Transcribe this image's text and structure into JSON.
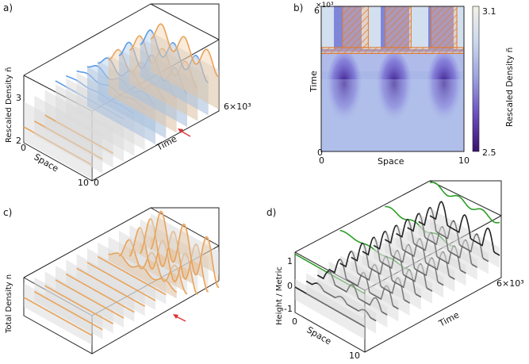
{
  "chart_data": [
    {
      "panel": "a)",
      "type": "line",
      "projection": "3d",
      "ylabel": "Rescaled Density ñ",
      "xlabel": "Space",
      "zlabel": "Time",
      "x_ticks": [
        "0",
        "10"
      ],
      "y_ticks": [
        "2",
        "3"
      ],
      "time_ticks": [
        "0",
        "6×10³"
      ],
      "x_range": [
        0,
        10
      ],
      "time_range": [
        0,
        6000
      ],
      "y_range": [
        2,
        3.8
      ],
      "series": [
        {
          "time": 0,
          "color": "orange",
          "amplitude": 0,
          "baseline": 2.2
        },
        {
          "time": 500,
          "color": "orange",
          "amplitude": 0,
          "baseline": 2.2
        },
        {
          "time": 1000,
          "color": "orange",
          "amplitude": 0,
          "baseline": 2.2
        },
        {
          "time": 1500,
          "color": "blue",
          "amplitude": 0,
          "baseline": 2.9
        },
        {
          "time": 2000,
          "color": "blue",
          "amplitude": 0.02,
          "baseline": 2.9
        },
        {
          "time": 2500,
          "color": "blue",
          "amplitude": 0.05,
          "baseline": 2.9
        },
        {
          "time": 3000,
          "color": "blue",
          "amplitude": 0.1,
          "baseline": 2.9
        },
        {
          "time": 3500,
          "color": "blue",
          "amplitude": 0.17,
          "baseline": 2.9
        },
        {
          "time": 4000,
          "color": "orange",
          "amplitude": 0.25,
          "baseline": 2.9
        },
        {
          "time": 4500,
          "color": "blue",
          "amplitude": 0.3,
          "baseline": 2.9
        },
        {
          "time": 5000,
          "color": "orange",
          "amplitude": 0.32,
          "baseline": 2.9
        },
        {
          "time": 5500,
          "color": "blue",
          "amplitude": 0.32,
          "baseline": 2.9
        },
        {
          "time": 6000,
          "color": "orange",
          "amplitude": 0.33,
          "baseline": 2.9
        }
      ],
      "marker": {
        "type": "red-arrow",
        "time": 1300
      }
    },
    {
      "panel": "b)",
      "type": "heatmap",
      "xlabel": "Space",
      "ylabel": "Time",
      "x_ticks": [
        "0",
        "10"
      ],
      "y_ticks": [
        "0",
        "6"
      ],
      "y_scale_label": "×10³",
      "x_range": [
        0,
        10
      ],
      "y_range": [
        0,
        6000
      ],
      "colorbar": {
        "label": "Rescaled Density ñ",
        "min": 2.5,
        "max": 3.1,
        "ticks": [
          "2.5",
          "3.1"
        ]
      },
      "hatched_regions": [
        {
          "x_range": [
            0,
            10
          ],
          "y_range": [
            4050,
            4300
          ]
        },
        {
          "x_range": [
            1.5,
            3.3
          ],
          "y_range": [
            4300,
            6000
          ]
        },
        {
          "x_range": [
            4.5,
            6.3
          ],
          "y_range": [
            4300,
            6000
          ]
        },
        {
          "x_range": [
            7.7,
            9.5
          ],
          "y_range": [
            4300,
            6000
          ]
        }
      ]
    },
    {
      "panel": "c)",
      "type": "line",
      "projection": "3d",
      "ylabel": "Total Density n",
      "x_range": [
        0,
        10
      ],
      "time_range": [
        0,
        6000
      ],
      "series": [
        {
          "time": 0,
          "color": "orange",
          "amplitude": 0
        },
        {
          "time": 500,
          "color": "orange",
          "amplitude": 0
        },
        {
          "time": 1000,
          "color": "orange",
          "amplitude": 0
        },
        {
          "time": 1500,
          "color": "orange",
          "amplitude": 0
        },
        {
          "time": 2000,
          "color": "orange",
          "amplitude": 0
        },
        {
          "time": 2500,
          "color": "orange",
          "amplitude": 0
        },
        {
          "time": 3000,
          "color": "orange",
          "amplitude": 0
        },
        {
          "time": 3500,
          "color": "orange",
          "amplitude": 0
        },
        {
          "time": 4000,
          "color": "orange",
          "amplitude": 0.1
        },
        {
          "time": 4500,
          "color": "orange",
          "amplitude": 0.35
        },
        {
          "time": 5000,
          "color": "orange",
          "amplitude": 0.55
        },
        {
          "time": 5500,
          "color": "orange",
          "amplitude": 0.65
        },
        {
          "time": 6000,
          "color": "orange",
          "amplitude": 0.7
        }
      ],
      "marker": {
        "type": "red-arrow",
        "time": 4100
      }
    },
    {
      "panel": "d)",
      "type": "line",
      "projection": "3d",
      "ylabel": "Height / Metric",
      "xlabel": "Space",
      "zlabel": "Time",
      "x_ticks": [
        "0",
        "10"
      ],
      "y_ticks": [
        "-1",
        "0",
        "1"
      ],
      "time_ticks": [
        "6×10³"
      ],
      "x_range": [
        0,
        10
      ],
      "time_range": [
        0,
        6000
      ],
      "y_range": [
        -1.2,
        1.6
      ],
      "series": [
        {
          "time": 0,
          "height_color": "black",
          "height_amplitude": 0,
          "metric_amplitude": 0
        },
        {
          "time": 500,
          "height_color": "black",
          "height_amplitude": 0.2
        },
        {
          "time": 1000,
          "height_color": "black",
          "height_amplitude": 0.5
        },
        {
          "time": 1500,
          "height_color": "black",
          "height_amplitude": 0.8
        },
        {
          "time": 2000,
          "height_color": "black",
          "height_amplitude": 0.9,
          "metric_amplitude": 0.1
        },
        {
          "time": 2500,
          "height_color": "black",
          "height_amplitude": 1.0
        },
        {
          "time": 3000,
          "height_color": "black",
          "height_amplitude": 1.0
        },
        {
          "time": 3500,
          "height_color": "black",
          "height_amplitude": 1.0
        },
        {
          "time": 4000,
          "height_color": "black",
          "height_amplitude": 1.0,
          "metric_amplitude": 0.2
        },
        {
          "time": 4500,
          "height_color": "black",
          "height_amplitude": 1.0
        },
        {
          "time": 5000,
          "height_color": "black",
          "height_amplitude": 1.0
        },
        {
          "time": 5500,
          "height_color": "black",
          "height_amplitude": 1.0
        },
        {
          "time": 6000,
          "height_color": "black",
          "height_amplitude": 1.0,
          "metric_amplitude": 0.3
        }
      ]
    }
  ]
}
